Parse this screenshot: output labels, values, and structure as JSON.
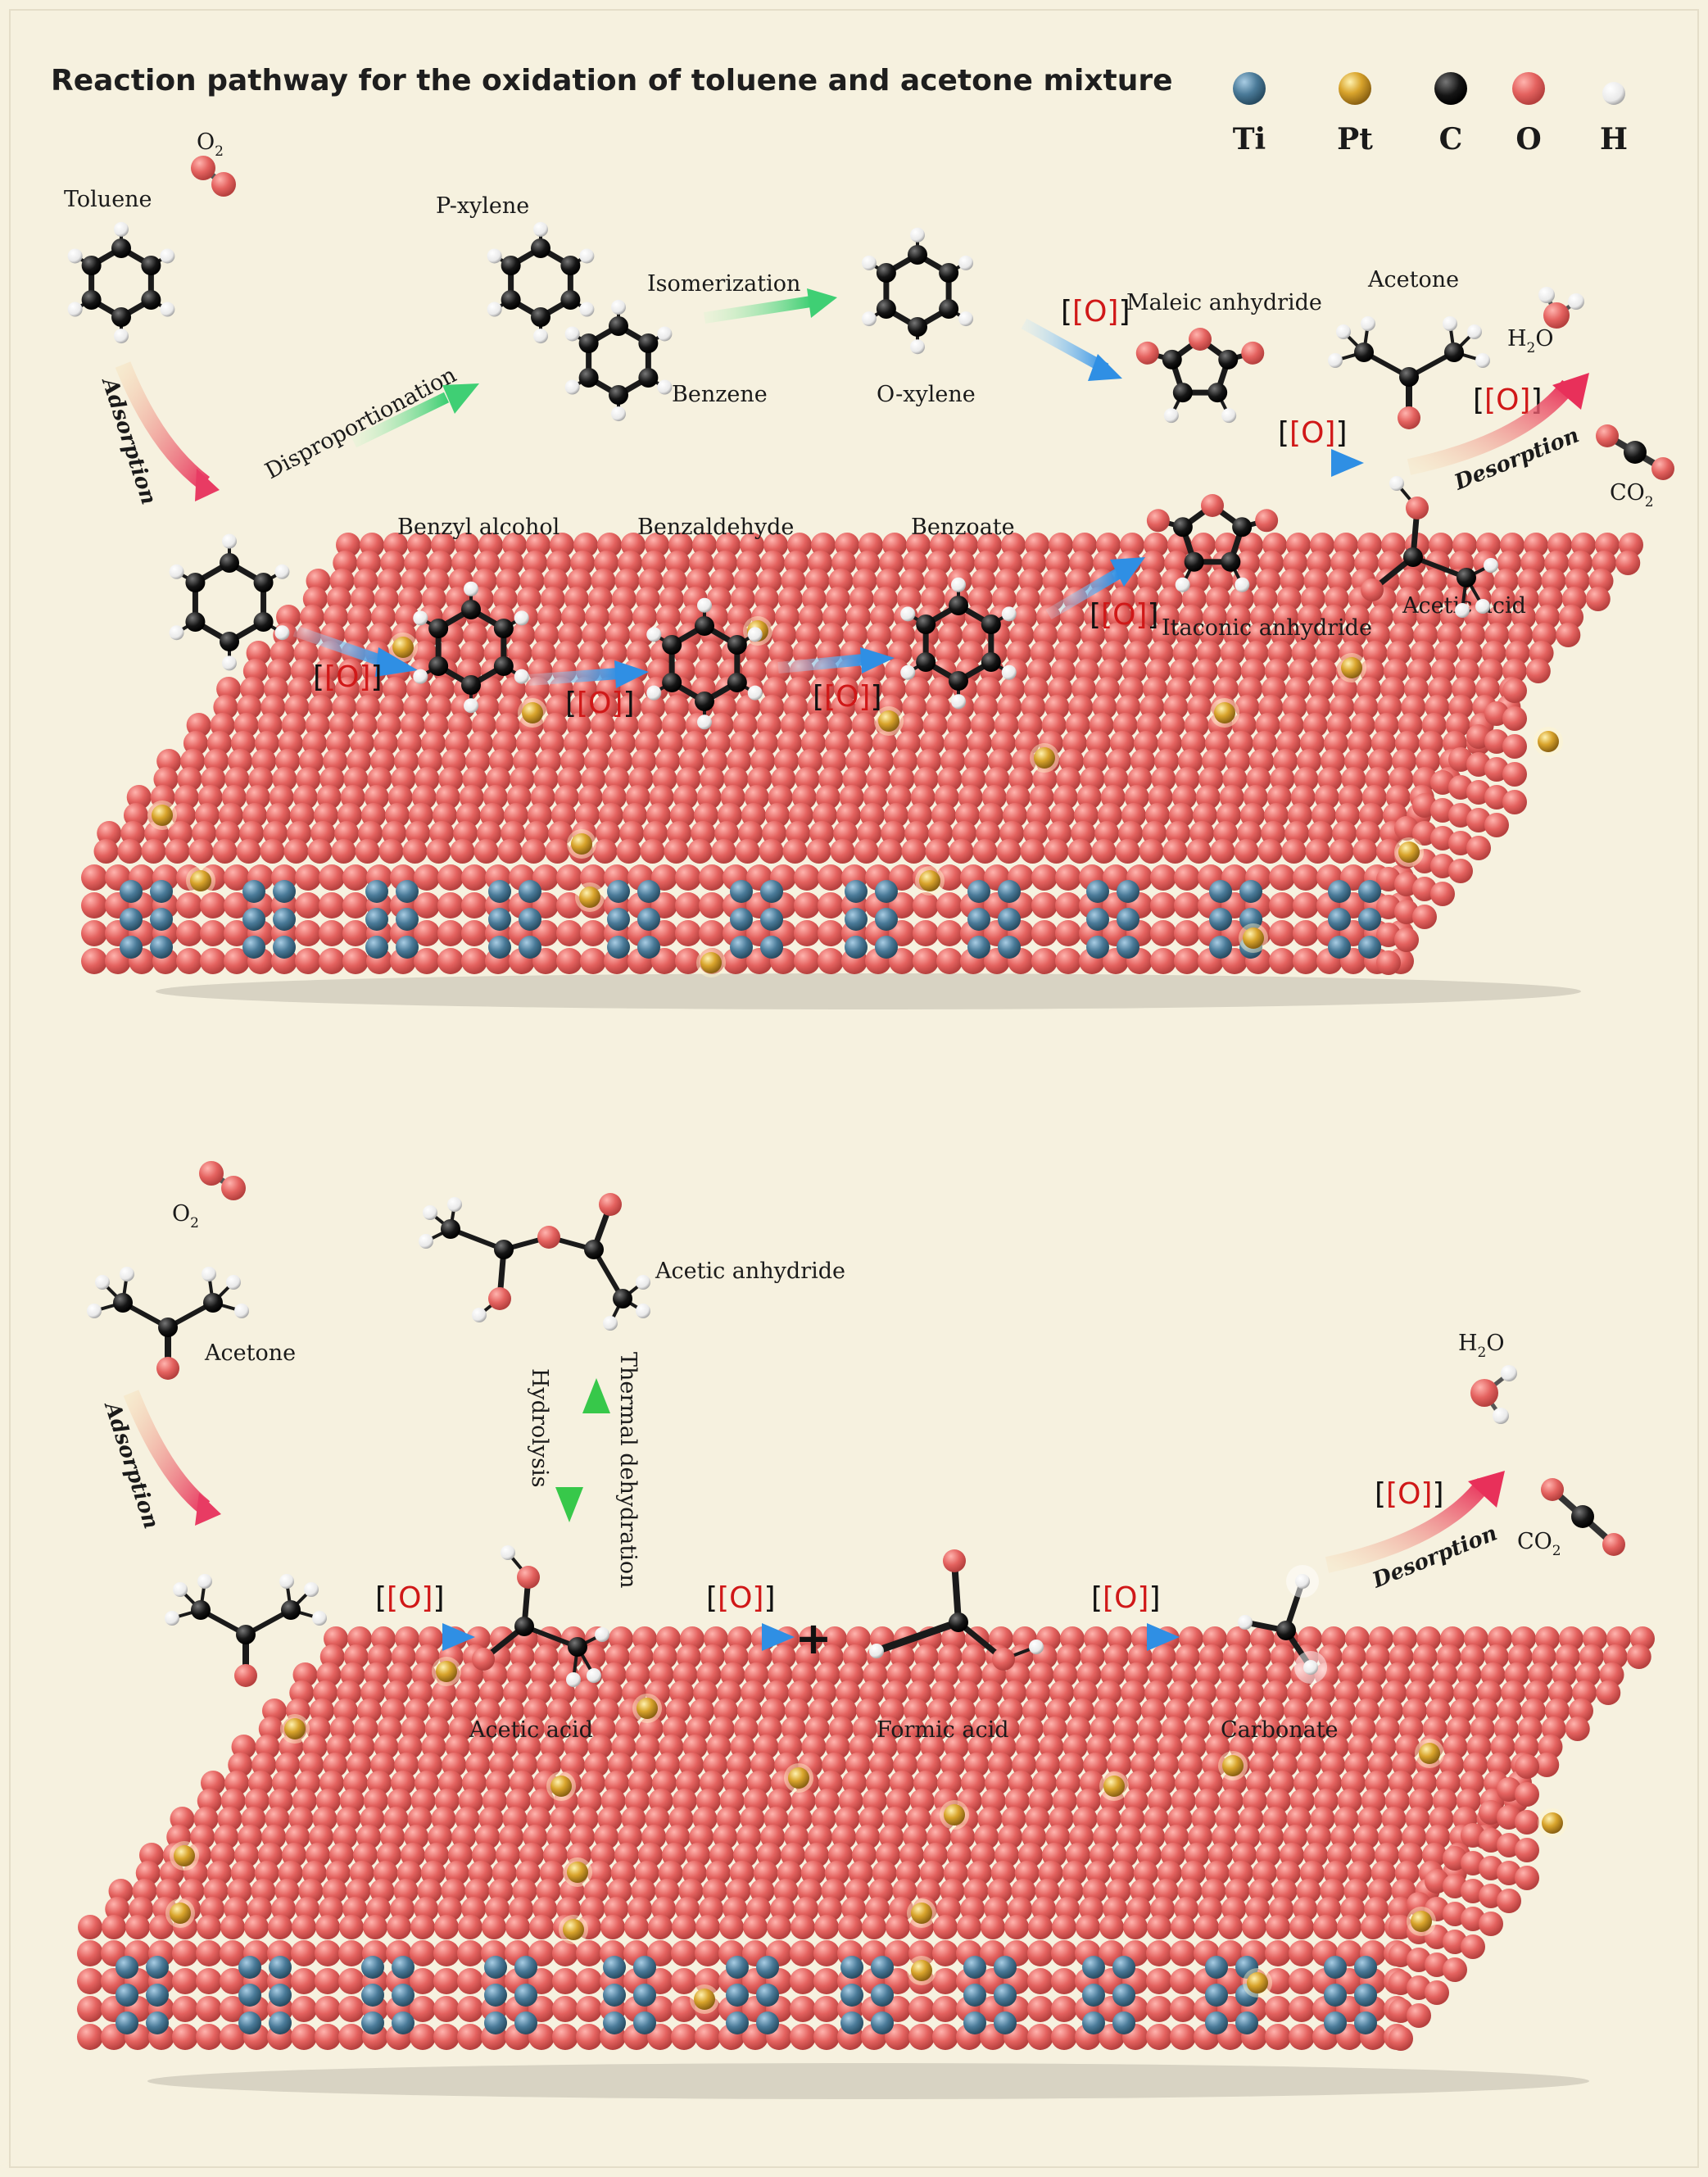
{
  "title": "Reaction pathway for the oxidation of toluene and acetone mixture",
  "legend": [
    {
      "symbol": "Ti",
      "color": "#4a7a98"
    },
    {
      "symbol": "Pt",
      "color": "#d6a12c"
    },
    {
      "symbol": "C",
      "color": "#111111"
    },
    {
      "symbol": "O",
      "color": "#e2605e"
    },
    {
      "symbol": "H",
      "color": "#ffffff"
    }
  ],
  "oxidant_label": "[O]",
  "top_panel": {
    "o2": "O",
    "o2_sub": "2",
    "toluene": "Toluene",
    "adsorption": "Adsorption",
    "disproportionation": "Disproportionation",
    "p_xylene": "P-xylene",
    "benzene": "Benzene",
    "isomerization": "Isomerization",
    "o_xylene": "O-xylene",
    "maleic_anhydride": "Maleic anhydride",
    "acetone": "Acetone",
    "h2o": "H",
    "h2o_sub": "2",
    "h2o_end": "O",
    "co2": "CO",
    "co2_sub": "2",
    "desorption": "Desorption",
    "benzyl_alcohol": "Benzyl alcohol",
    "benzaldehyde": "Benzaldehyde",
    "benzoate": "Benzoate",
    "itaconic_anhydride": "Itaconic anhydride",
    "acetic_acid": "Acetic acid"
  },
  "bottom_panel": {
    "o2": "O",
    "o2_sub": "2",
    "acetone": "Acetone",
    "adsorption": "Adsorption",
    "acetic_anhydride": "Acetic anhydride",
    "hydrolysis": "Hydrolysis",
    "thermal_dehydration": "Thermal dehydration",
    "acetic_acid": "Acetic acid",
    "plus": "+",
    "formic_acid": "Formic acid",
    "carbonate": "Carbonate",
    "h2o": "H",
    "h2o_sub": "2",
    "h2o_end": "O",
    "co2": "CO",
    "co2_sub": "2",
    "desorption": "Desorption"
  }
}
